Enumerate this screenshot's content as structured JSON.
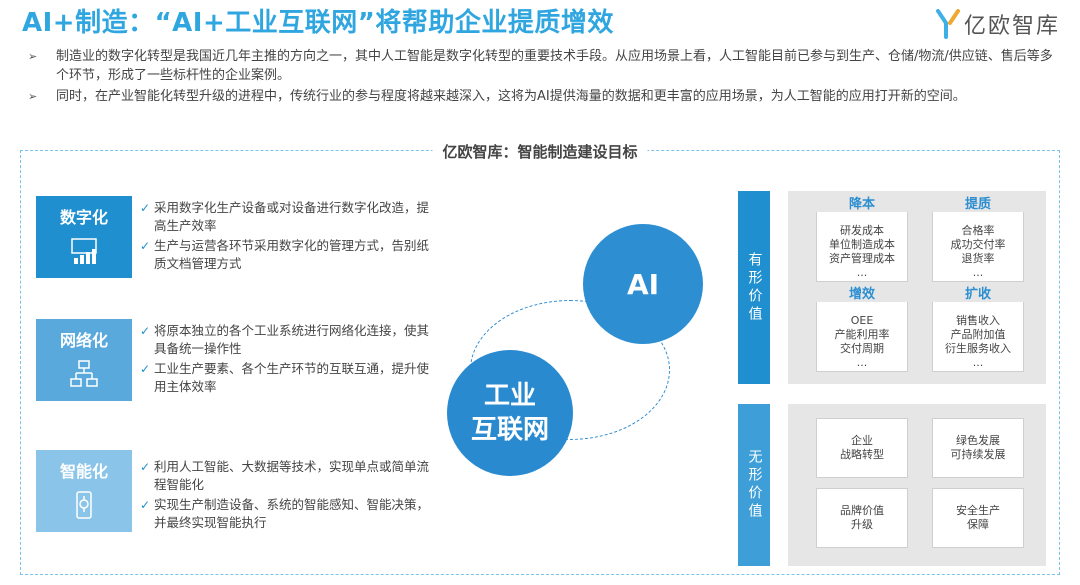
{
  "header": {
    "title": "AI+制造：“AI+工业互联网”将帮助企业提质增效",
    "logo_text": "亿欧智库"
  },
  "intro": [
    "制造业的数字化转型是我国近几年主推的方向之一，其中人工智能是数字化转型的重要技术手段。从应用场景上看，人工智能目前已参与到生产、仓储/物流/供应链、售后等多个环节，形成了一些标杆性的企业案例。",
    "同时，在产业智能化转型升级的进程中，传统行业的参与程度将越来越深入，这将为AI提供海量的数据和更丰富的应用场景，为人工智能的应用打开新的空间。"
  ],
  "diagram": {
    "title": "亿欧智库：智能制造建设目标",
    "stages": [
      {
        "label": "数字化",
        "icon": "bar-chart-icon",
        "points": [
          "采用数字化生产设备或对设备进行数字化改造，提高生产效率",
          "生产与运营各环节采用数字化的管理方式，告别纸质文档管理方式"
        ]
      },
      {
        "label": "网络化",
        "icon": "network-icon",
        "points": [
          "将原本独立的各个工业系统进行网络化连接，使其具备统一操作性",
          "工业生产要素、各个生产环节的互联互通，提升使用主体效率"
        ]
      },
      {
        "label": "智能化",
        "icon": "mobile-smart-icon",
        "points": [
          "利用人工智能、大数据等技术，实现单点或简单流程智能化",
          "实现生产制造设备、系统的智能感知、智能决策，并最终实现智能执行"
        ]
      }
    ],
    "ai_label": "AI",
    "iot_label_line1": "工业",
    "iot_label_line2": "互联网",
    "tangible": {
      "label": "有形价值",
      "cards": [
        {
          "title": "降本",
          "lines": [
            "研发成本",
            "单位制造成本",
            "资产管理成本",
            "..."
          ]
        },
        {
          "title": "提质",
          "lines": [
            "合格率",
            "成功交付率",
            "退货率",
            "..."
          ]
        },
        {
          "title": "增效",
          "lines": [
            "OEE",
            "产能利用率",
            "交付周期",
            "..."
          ]
        },
        {
          "title": "扩收",
          "lines": [
            "销售收入",
            "产品附加值",
            "衍生服务收入",
            "..."
          ]
        }
      ]
    },
    "intangible": {
      "label": "无形价值",
      "cards": [
        {
          "lines": [
            "企业",
            "战略转型"
          ]
        },
        {
          "lines": [
            "绿色发展",
            "可持续发展"
          ]
        },
        {
          "lines": [
            "品牌价值",
            "升级"
          ]
        },
        {
          "lines": [
            "安全生产",
            "保障"
          ]
        }
      ]
    }
  },
  "colors": {
    "title": "#2fa6e0",
    "primary": "#1f8fcf",
    "stage_2": "#59a9dc",
    "stage_3": "#8ac4e8",
    "circle": "#2d8fd2",
    "panel_bg": "#e6e6e6"
  }
}
